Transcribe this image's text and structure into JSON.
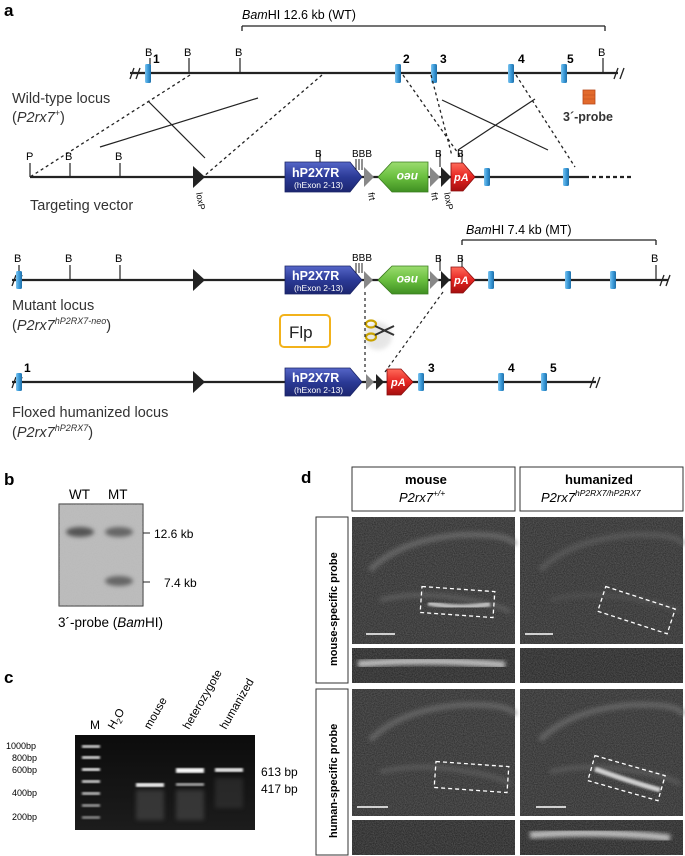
{
  "colors": {
    "exon": "#3a9ad9",
    "hp2x7r": "#2b3a96",
    "neo": "#6abf3f",
    "pa": "#e52421",
    "probe": "#e26a2c",
    "flp_border": "#f2b21b",
    "arrowhead": "#222222"
  },
  "panel_a": {
    "letter": "a",
    "bamhi_wt": {
      "italic": "Bam",
      "rest": "HI 12.6 kb (WT)"
    },
    "bamhi_mt": {
      "italic": "Bam",
      "rest": "HI 7.4 kb (MT)"
    },
    "wt_label": "Wild-type locus",
    "wt_sub": {
      "open": "(",
      "gene": "P2rx7",
      "sup": "+",
      "close": ")"
    },
    "targeting_label": "Targeting vector",
    "mutant_label": "Mutant locus",
    "mutant_sub": {
      "open": "(",
      "gene": "P2rx7",
      "sup": "hP2RX7-neo",
      "close": ")"
    },
    "floxed_label": "Floxed humanized locus",
    "floxed_sub": {
      "open": "(",
      "gene": "P2rx7",
      "sup": "hP2RX7",
      "close": ")"
    },
    "probe_label": "3´-probe",
    "flp": "Flp",
    "hp2x7r_title": "hP2X7R",
    "hp2x7r_sub": "(hExon 2-13)",
    "neo": "neo",
    "pa": "pA",
    "loxp": "loxP",
    "frt": "frt",
    "b": "B",
    "bbb": "BBB",
    "p": "P",
    "exons": [
      "1",
      "2",
      "3",
      "4",
      "5"
    ]
  },
  "panel_b": {
    "letter": "b",
    "lanes": [
      "WT",
      "MT"
    ],
    "sizes": [
      "12.6 kb",
      "7.4 kb"
    ],
    "caption": {
      "text": "3´-probe (",
      "italic": "Bam",
      "rest": "HI)"
    }
  },
  "panel_c": {
    "letter": "c",
    "lanes": [
      "M",
      "H2O",
      "mouse",
      "heterozygote",
      "humanized"
    ],
    "h2o": {
      "h": "H",
      "sub": "2",
      "o": "O"
    },
    "ladder": [
      "1000bp",
      "800bp",
      "600bp",
      "400bp",
      "200bp"
    ],
    "band_labels": [
      "613 bp",
      "417 bp"
    ]
  },
  "panel_d": {
    "letter": "d",
    "col1": {
      "title": "mouse",
      "gene": "P2rx7",
      "sup": "+/+"
    },
    "col2": {
      "title": "humanized",
      "gene": "P2rx7",
      "sup": "hP2RX7/hP2RX7"
    },
    "row1": "mouse-specific probe",
    "row2": "human-specific probe"
  }
}
